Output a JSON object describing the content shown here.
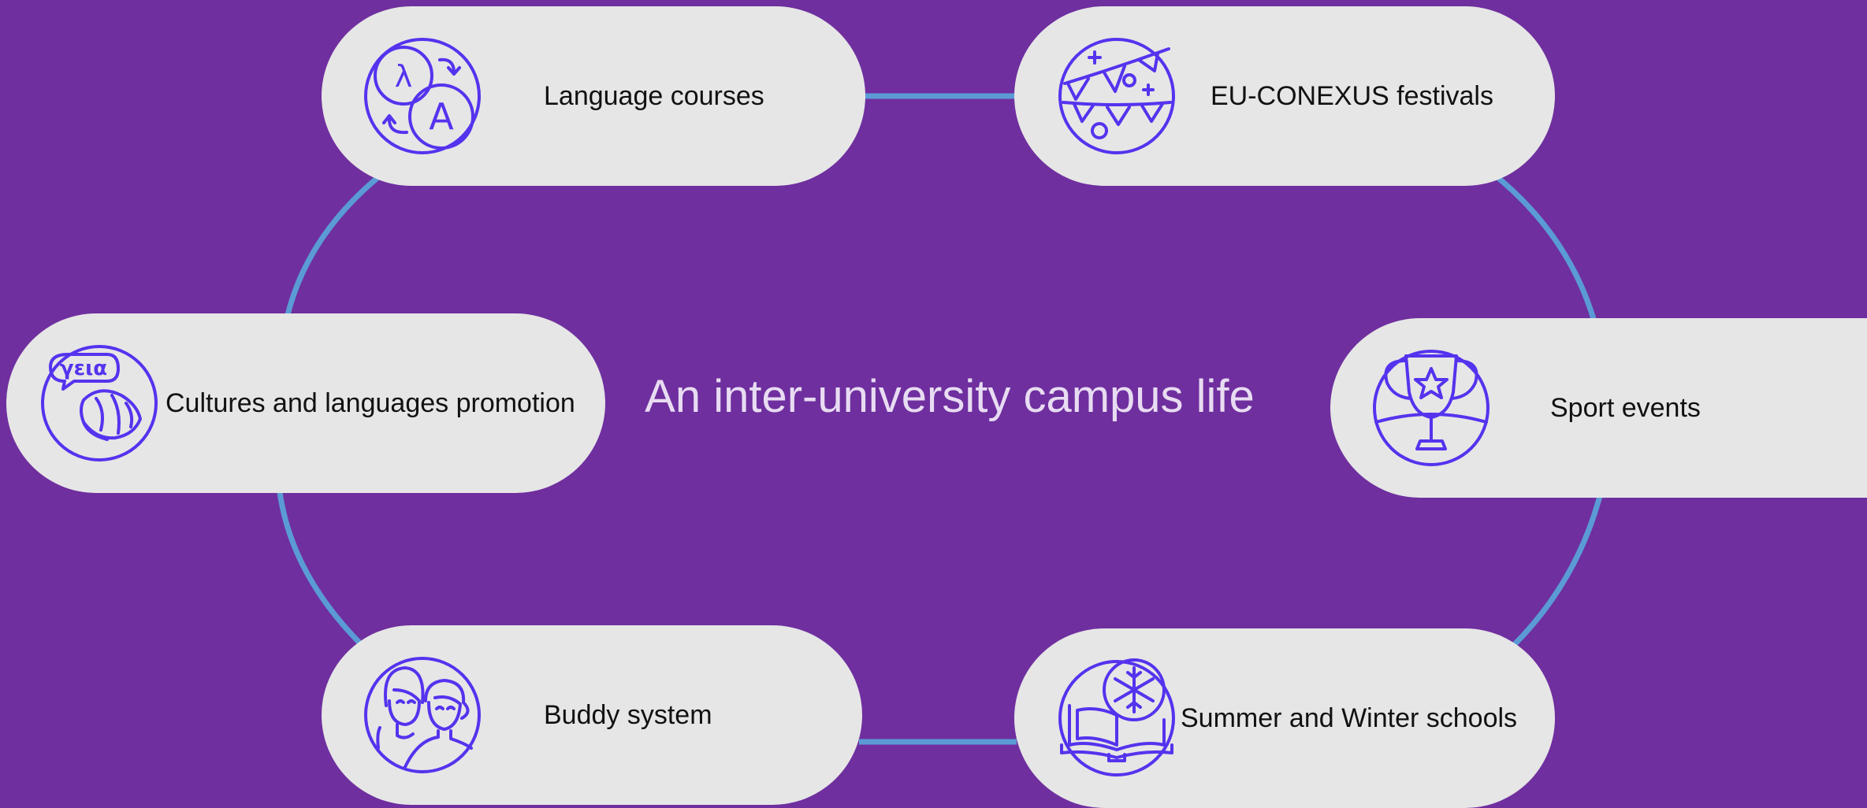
{
  "title": "An inter-university campus life",
  "colors": {
    "background": "#6f2f9f",
    "node_fill": "#e6e6e6",
    "connector": "#5b9bd5",
    "icon_stroke": "#5533ee",
    "title_text": "#e8dcf2",
    "node_text": "#111111"
  },
  "nodes": [
    {
      "label": "Language courses",
      "icon": "translate-icon"
    },
    {
      "label": "EU-CONEXUS festivals",
      "icon": "festival-bunting-icon"
    },
    {
      "label": "Sport events",
      "icon": "trophy-icon"
    },
    {
      "label": "Summer and Winter schools",
      "icon": "snowflake-book-icon"
    },
    {
      "label": "Buddy system",
      "icon": "two-people-icon"
    },
    {
      "label": "Cultures and languages promotion",
      "icon": "greeting-croissant-icon"
    }
  ],
  "icon_text": {
    "lambda": "λ",
    "latin_a": "A",
    "greeting": "γεια"
  }
}
